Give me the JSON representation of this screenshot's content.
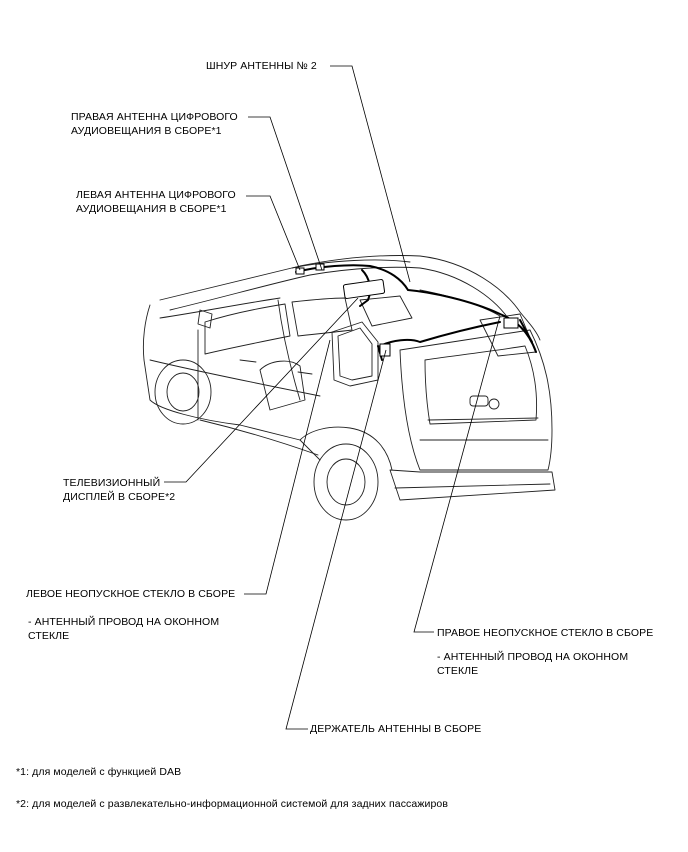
{
  "labels": {
    "antenna_cord_2": "ШНУР АНТЕННЫ № 2",
    "right_dab_antenna": [
      "ПРАВАЯ АНТЕННА ЦИФРОВОГО",
      "АУДИОВЕЩАНИЯ В СБОРЕ*1"
    ],
    "left_dab_antenna": [
      "ЛЕВАЯ АНТЕННА ЦИФРОВОГО",
      "АУДИОВЕЩАНИЯ В СБОРЕ*1"
    ],
    "tv_display": [
      "ТЕЛЕВИЗИОННЫЙ",
      "ДИСПЛЕЙ В СБОРЕ*2"
    ],
    "left_fixed_glass": "ЛЕВОЕ НЕОПУСКНОЕ СТЕКЛО В СБОРЕ",
    "left_glass_wire": [
      "- АНТЕННЫЙ ПРОВОД НА ОКОННОМ",
      "СТЕКЛЕ"
    ],
    "right_fixed_glass": "ПРАВОЕ НЕОПУСКНОЕ СТЕКЛО В СБОРЕ",
    "right_glass_wire": [
      "- АНТЕННЫЙ ПРОВОД НА ОКОННОМ",
      "СТЕКЛЕ"
    ],
    "antenna_holder": "ДЕРЖАТЕЛЬ АНТЕННЫ В СБОРЕ"
  },
  "footnotes": {
    "note1": "*1: для моделей с функцией DAB",
    "note2": "*2: для моделей с развлекательно-информационной системой для задних пассажиров"
  }
}
